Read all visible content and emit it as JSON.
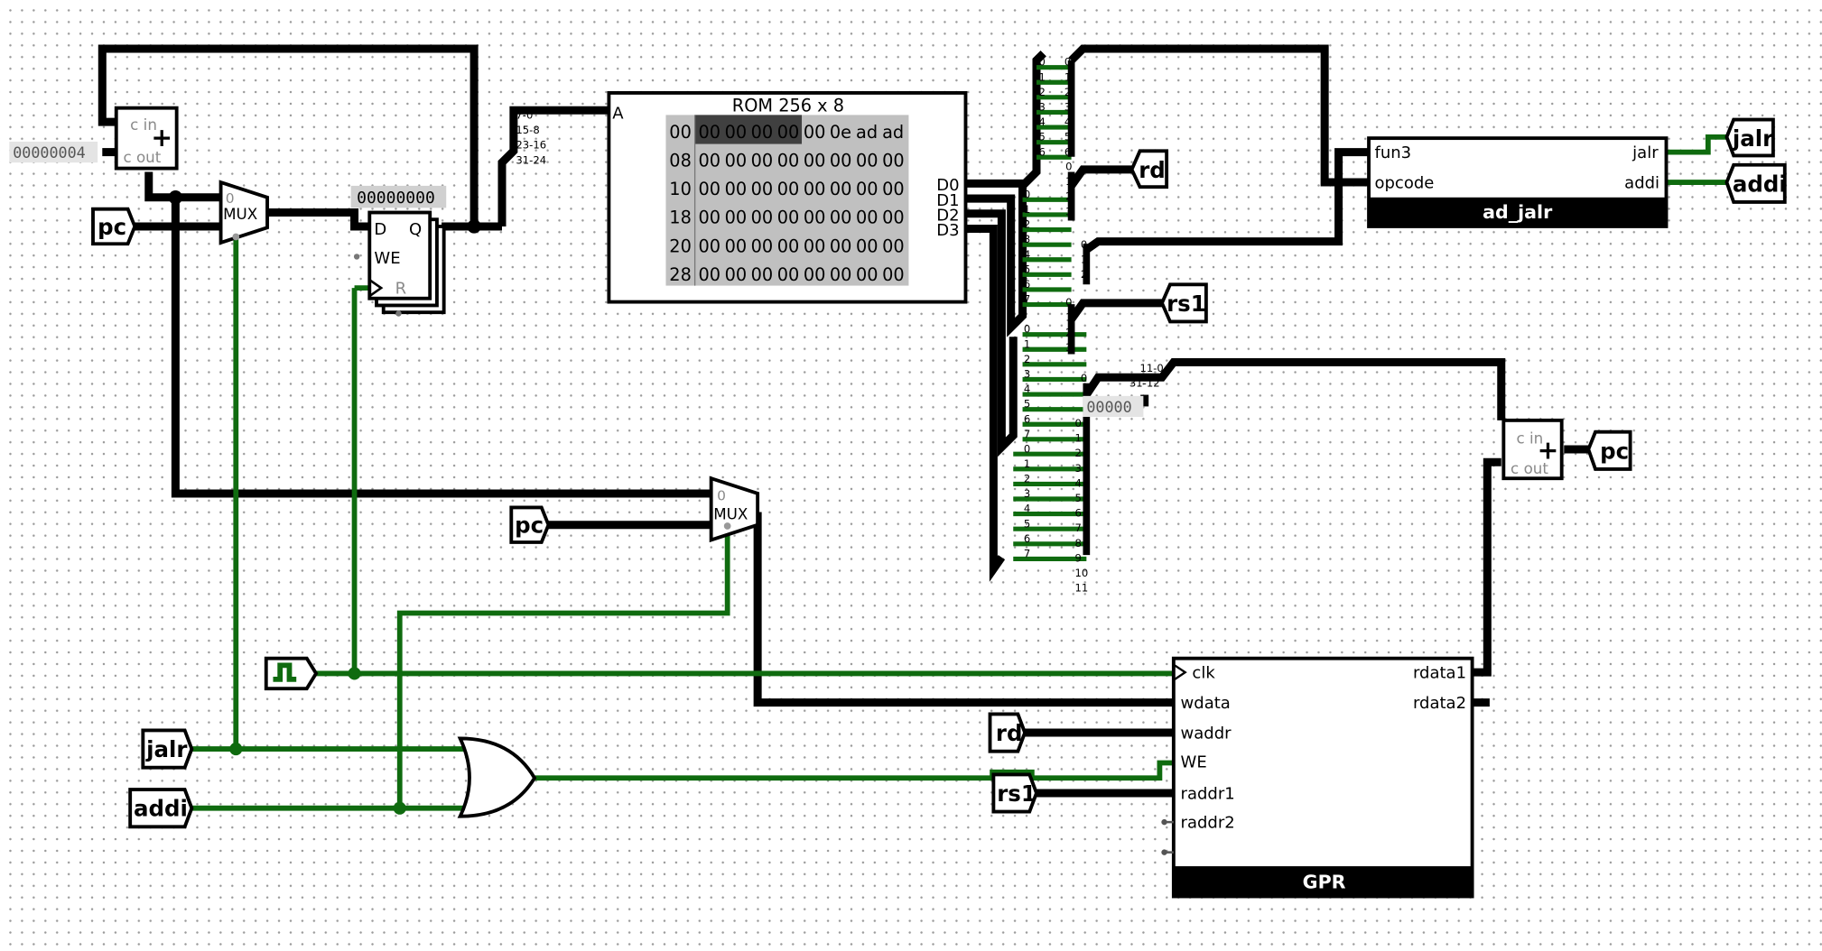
{
  "pc_adder": {
    "constant": "00000004",
    "cin_label": "c in",
    "cout_label": "c out",
    "op": "+"
  },
  "pins": {
    "pc_in_1": "pc",
    "pc_in_2": "pc",
    "pc_out": "pc",
    "jalr_in": "jalr",
    "addi_in": "addi",
    "jalr_out": "jalr",
    "addi_out": "addi",
    "rd_tunnel": "rd",
    "rs1_tunnel": "rs1",
    "rd_in": "rd",
    "rs1_in": "rs1"
  },
  "mux_1": {
    "label": "MUX",
    "sel0": "0"
  },
  "mux_2": {
    "label": "MUX",
    "sel0": "0"
  },
  "pc_register": {
    "value": "00000000",
    "d_label": "D",
    "q_label": "Q",
    "we_label": "WE",
    "r_label": "R"
  },
  "pc_splitter": {
    "labels": [
      "7-0",
      "15-8",
      "23-16",
      "31-24"
    ]
  },
  "rom": {
    "title": "ROM 256 x 8",
    "address_label": "A",
    "outputs": [
      "D0",
      "D1",
      "D2",
      "D3"
    ],
    "rows": [
      {
        "addr": "00",
        "cells": [
          "00",
          "00",
          "00",
          "00",
          "00",
          "0e",
          "ad",
          "ad"
        ]
      },
      {
        "addr": "08",
        "cells": [
          "00",
          "00",
          "00",
          "00",
          "00",
          "00",
          "00",
          "00"
        ]
      },
      {
        "addr": "10",
        "cells": [
          "00",
          "00",
          "00",
          "00",
          "00",
          "00",
          "00",
          "00"
        ]
      },
      {
        "addr": "18",
        "cells": [
          "00",
          "00",
          "00",
          "00",
          "00",
          "00",
          "00",
          "00"
        ]
      },
      {
        "addr": "20",
        "cells": [
          "00",
          "00",
          "00",
          "00",
          "00",
          "00",
          "00",
          "00"
        ]
      },
      {
        "addr": "28",
        "cells": [
          "00",
          "00",
          "00",
          "00",
          "00",
          "00",
          "00",
          "00"
        ]
      }
    ]
  },
  "splitter_block": {
    "bit_labels_a": [
      "0",
      "1",
      "2",
      "3",
      "4",
      "5",
      "6",
      "7"
    ],
    "funnel_top": [
      "0",
      "1",
      "2",
      "3",
      "4",
      "5",
      "6"
    ],
    "funnel_rd": [
      "0",
      "1",
      "2",
      "3"
    ],
    "funnel_rs1_a": [
      "0",
      "1",
      "2"
    ],
    "funnel_rs1_b": [
      "0",
      "1",
      "2",
      "3"
    ],
    "funnel_imm": [
      "0",
      "1",
      "2",
      "3",
      "4",
      "5",
      "6",
      "7",
      "8",
      "9",
      "10",
      "11"
    ],
    "imm_split_labels": [
      "11-0",
      "31-12"
    ],
    "imm_constant": "00000"
  },
  "ad_jalr": {
    "name": "ad_jalr",
    "inputs": [
      "fun3",
      "opcode"
    ],
    "outputs": [
      "jalr",
      "addi"
    ]
  },
  "gpr": {
    "name": "GPR",
    "inputs": [
      "clk",
      "wdata",
      "waddr",
      "WE",
      "raddr1",
      "raddr2"
    ],
    "outputs": [
      "rdata1",
      "rdata2"
    ]
  },
  "jump_adder": {
    "cin_label": "c in",
    "cout_label": "c out",
    "op": "+"
  },
  "colors": {
    "wire_bus": "#000000",
    "wire_bit": "#0f6b0f",
    "rom_bg": "#c0c0c0",
    "rom_sel": "#404040"
  }
}
